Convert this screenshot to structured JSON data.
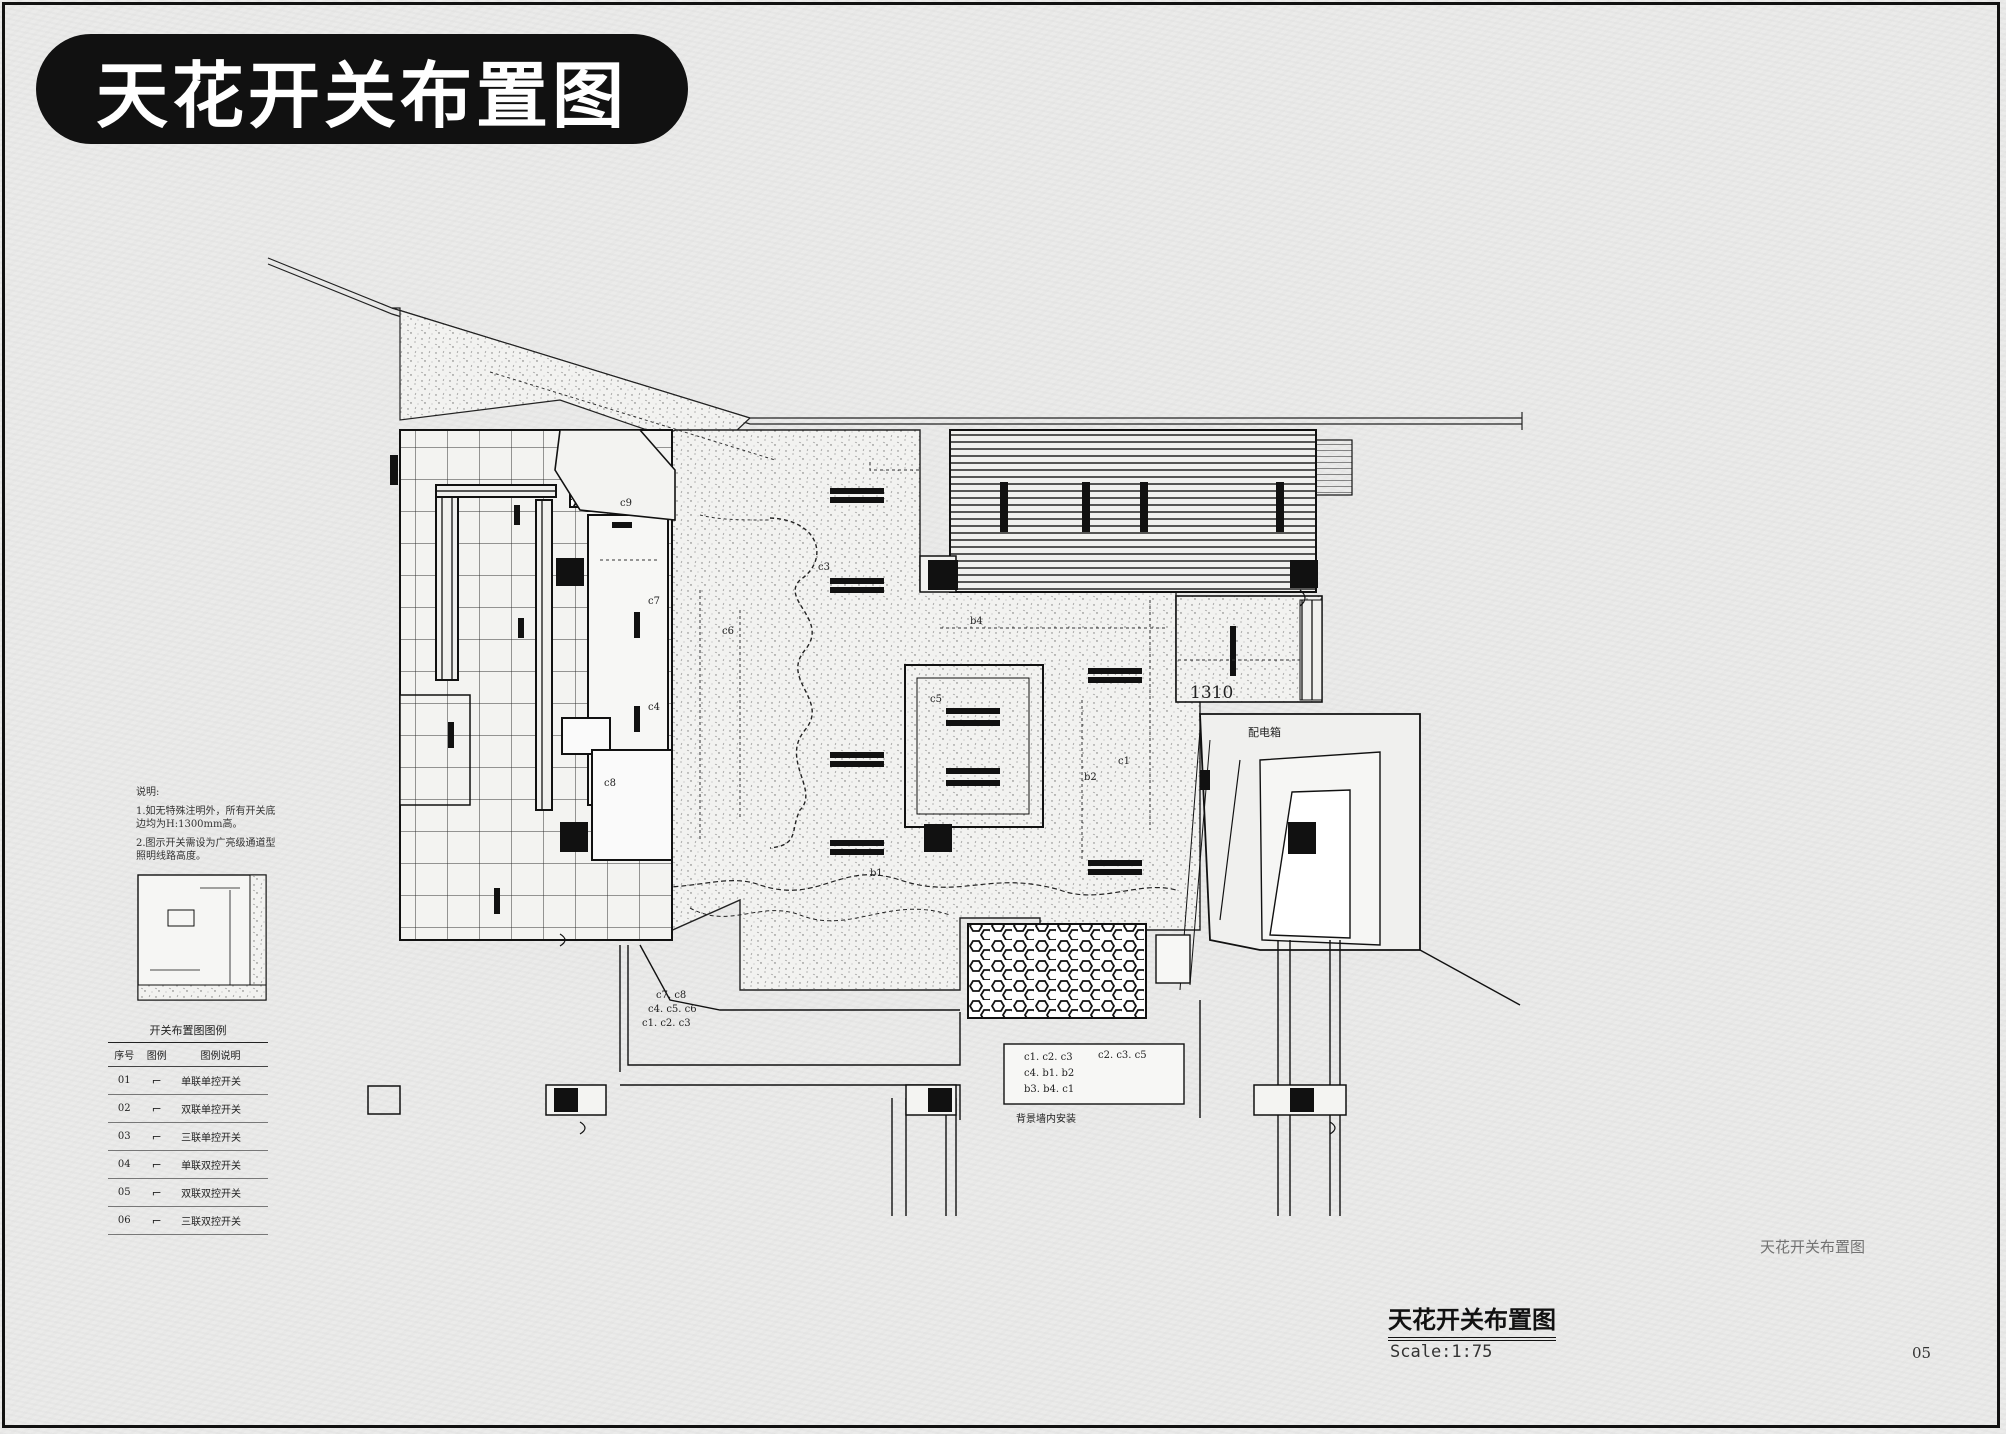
{
  "header": {
    "title": "天花开关布置图"
  },
  "notes": {
    "title": "说明:",
    "line1": "1.如无特殊注明外，所有开关底边均为H:1300mm高。",
    "line2": "2.图示开关需设为广亮级通道型照明线路高度。"
  },
  "legend": {
    "caption": "开关布置图图例",
    "headers": [
      "序号",
      "图例",
      "图例说明"
    ],
    "rows": [
      {
        "no": "01",
        "symbol": "⌐",
        "desc": "单联单控开关"
      },
      {
        "no": "02",
        "symbol": "⌐",
        "desc": "双联单控开关"
      },
      {
        "no": "03",
        "symbol": "⌐",
        "desc": "三联单控开关"
      },
      {
        "no": "04",
        "symbol": "⌐",
        "desc": "单联双控开关"
      },
      {
        "no": "05",
        "symbol": "⌐",
        "desc": "双联双控开关"
      },
      {
        "no": "06",
        "symbol": "⌐",
        "desc": "三联双控开关"
      }
    ]
  },
  "plan_labels": {
    "dim_1310": "1310",
    "elec_box": "配电箱",
    "switch_group_1": "c7. c8",
    "switch_group_2": "c4. c5. c6",
    "switch_group_3": "c1. c2. c3",
    "box_line1a": "c1. c2. c3",
    "box_line1b": "c2. c3. c5",
    "box_line2": "c4. b1. b2",
    "box_line3": "b3. b4. c1",
    "under_box": "背景墙内安装",
    "c9": "c9",
    "c7": "c7",
    "c4": "c4",
    "c8": "c8",
    "b1": "b1",
    "b4": "b4",
    "c1": "c1",
    "c5": "c5",
    "c6": "c6",
    "c3": "c3",
    "b2": "b2"
  },
  "footer": {
    "drawing_title": "天花开关布置图",
    "scale": "Scale:1:75",
    "page_number": "05",
    "faded_label": "天花开关布置图"
  }
}
